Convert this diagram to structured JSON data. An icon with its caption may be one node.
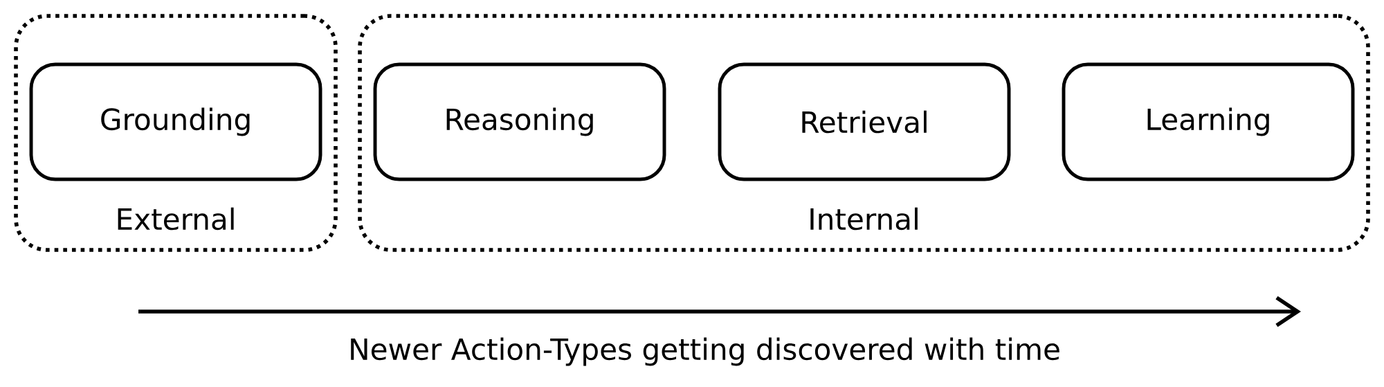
{
  "diagram": {
    "nodes": [
      {
        "text": [
          "External"
        ]
      },
      {
        "text": [
          "Grounding"
        ],
        "in": 0
      },
      {
        "text": [
          "Internal"
        ]
      },
      {
        "text": [
          "Reasoning"
        ],
        "in": 2
      },
      {
        "text": [
          "Retrieval"
        ],
        "in": 2
      },
      {
        "text": [
          "Learning"
        ],
        "in": 2
      }
    ],
    "labels": [
      "Newer Action-Types getting discovered with time"
    ]
  }
}
